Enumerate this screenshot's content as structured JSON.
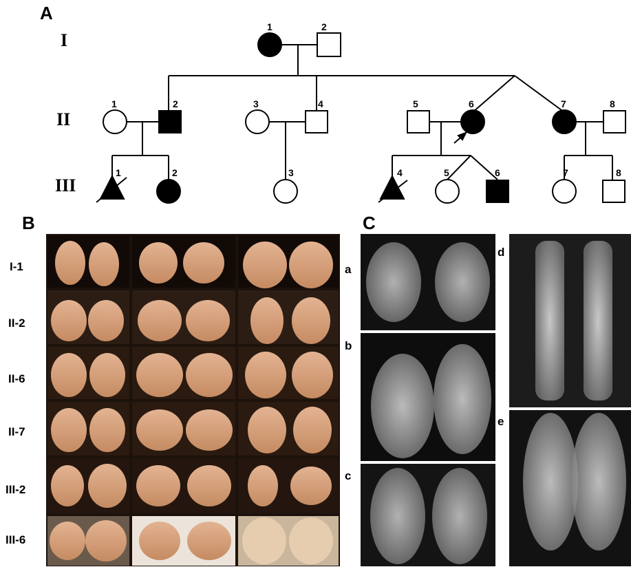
{
  "panels": {
    "A": "A",
    "B": "B",
    "C": "C"
  },
  "generations": {
    "I": "I",
    "II": "II",
    "III": "III"
  },
  "individuals": {
    "I1": "1",
    "I2": "2",
    "II1": "1",
    "II2": "2",
    "II3": "3",
    "II4": "4",
    "II5": "5",
    "II6": "6",
    "II7": "7",
    "II8": "8",
    "III1": "1",
    "III2": "2",
    "III3": "3",
    "III4": "4",
    "III5": "5",
    "III6": "6",
    "III7": "7",
    "III8": "8"
  },
  "photo_rows": [
    "I-1",
    "II-2",
    "II-6",
    "II-7",
    "III-2",
    "III-6"
  ],
  "xray_labels": {
    "a": "a",
    "b": "b",
    "c": "c",
    "d": "d",
    "e": "e"
  },
  "colors": {
    "affected": "#000000",
    "unaffected": "#ffffff",
    "skin": "#d9a27a",
    "xray_bg": "#1a1a1a"
  }
}
